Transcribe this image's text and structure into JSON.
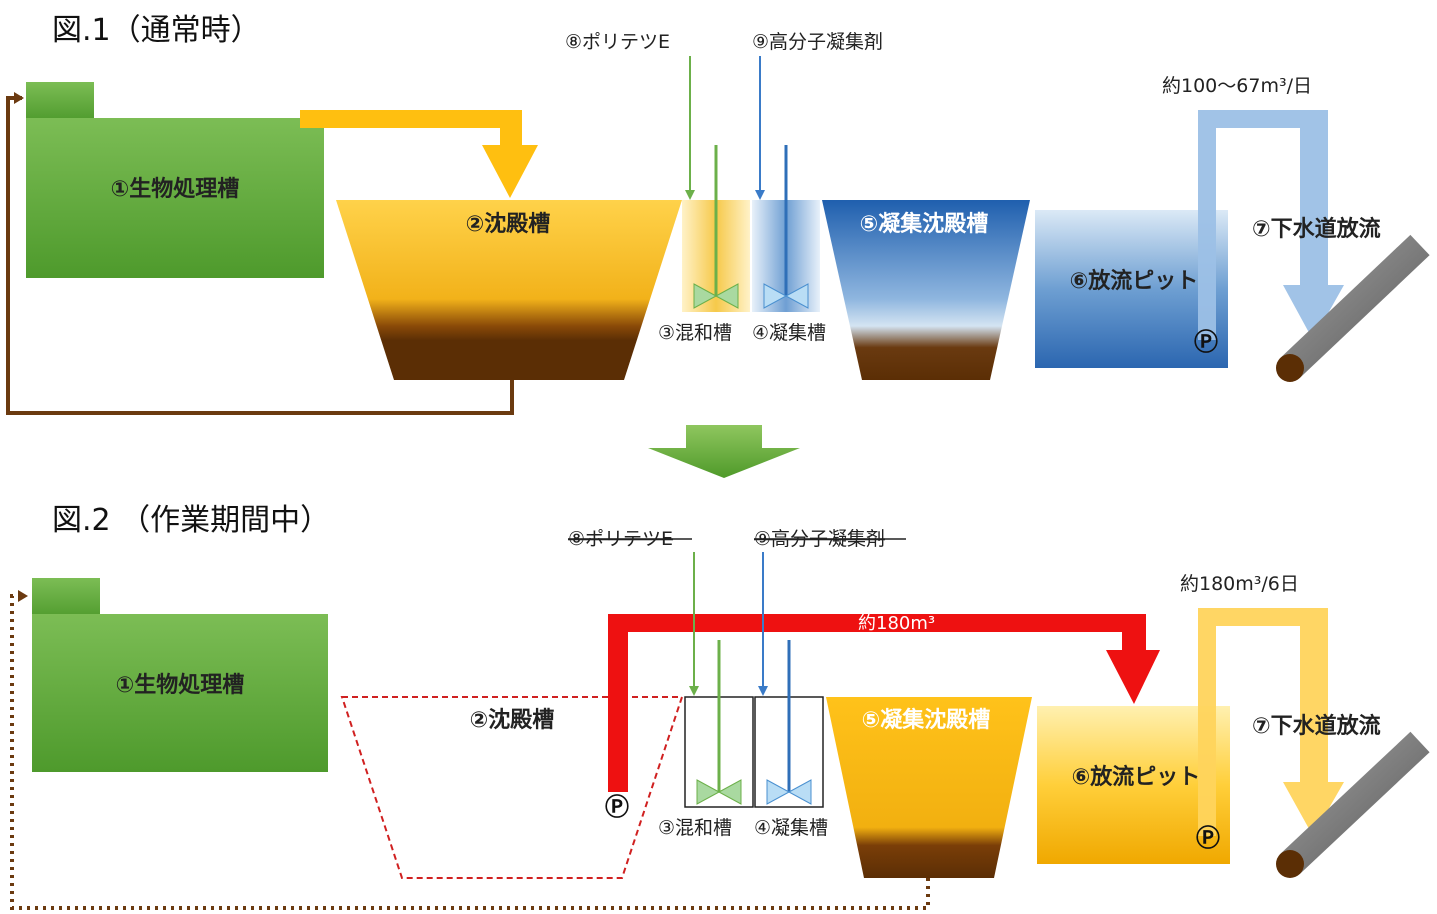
{
  "fig1": {
    "title": "図.1（通常時）",
    "chem1": "⑧ポリテツE",
    "chem2": "⑨高分子凝集剤",
    "flow_rate": "約100〜67m³/日",
    "tank1": "①生物処理槽",
    "tank2": "②沈殿槽",
    "tank3": "③混和槽",
    "tank4": "④凝集槽",
    "tank5": "⑤凝集沈殿槽",
    "tank6": "⑥放流ピット",
    "discharge": "⑦下水道放流",
    "pump": "Ⓟ"
  },
  "fig2": {
    "title": "図.2 （作業期間中）",
    "chem1": "⑧ポリテツE",
    "chem2": "⑨高分子凝集剤",
    "flow_rate": "約180m³/6日",
    "transfer": "約180m³",
    "tank1": "①生物処理槽",
    "tank2": "②沈殿槽",
    "tank3": "③混和槽",
    "tank4": "④凝集槽",
    "tank5": "⑤凝集沈殿槽",
    "tank6": "⑥放流ピット",
    "discharge": "⑦下水道放流",
    "pump_a": "Ⓟ",
    "pump_b": "Ⓟ"
  },
  "colors": {
    "green": "#5fa838",
    "orange": "#f2b61c",
    "brown": "#5b2e05",
    "blue": "#2f6fb8",
    "light_blue": "#8db6e0",
    "yellow": "#ffd45c",
    "red": "#ee1111"
  }
}
